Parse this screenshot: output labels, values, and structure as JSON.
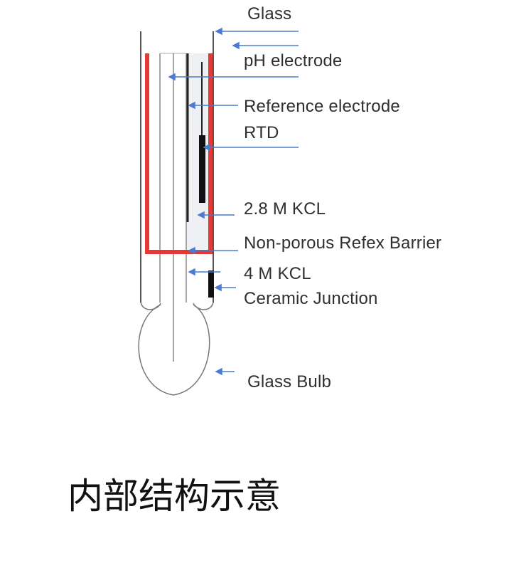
{
  "diagram": {
    "labels": {
      "glass": "Glass",
      "ph_electrode": "pH electrode",
      "reference_electrode": "Reference electrode",
      "rtd": "RTD",
      "kcl_28": "2.8 M KCL",
      "barrier": "Non-porous Refex Barrier",
      "kcl_4": "4 M KCL",
      "ceramic_junction": "Ceramic Junction",
      "glass_bulb": "Glass Bulb"
    },
    "caption": "内部结构示意"
  },
  "colors": {
    "inner_tube": "#e53935",
    "glass_outline": "#555555",
    "pointer": "#4a7bd0",
    "rtd": "#111111",
    "text": "#2f2f2f"
  }
}
